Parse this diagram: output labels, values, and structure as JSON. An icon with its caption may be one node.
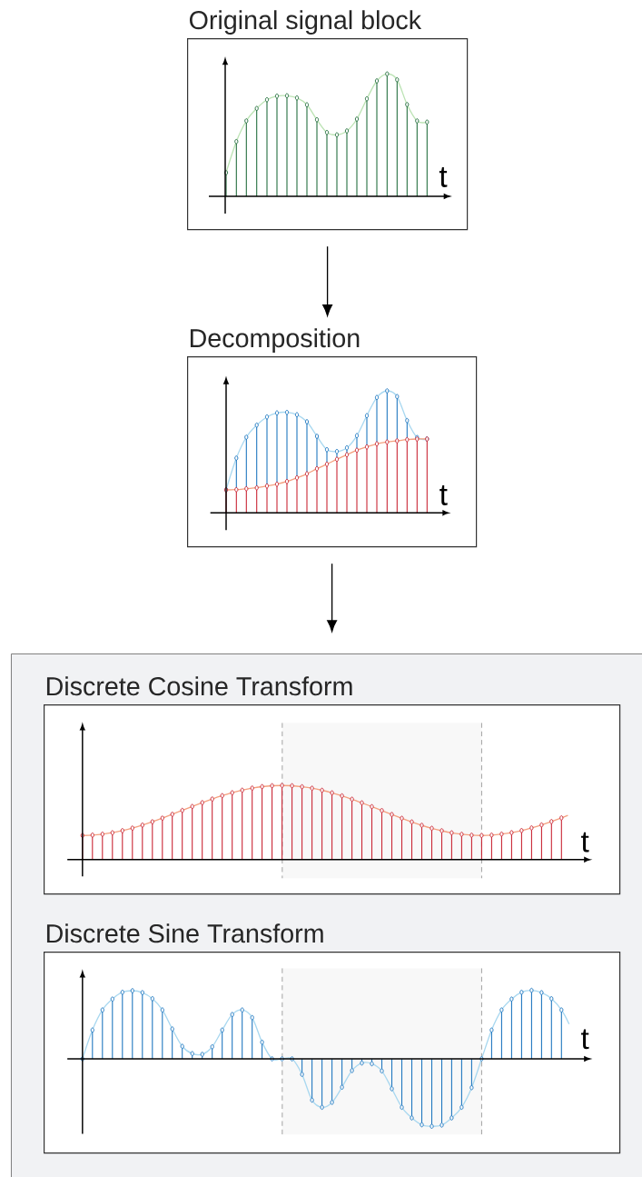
{
  "diagram": {
    "nodes": [
      {
        "text": [
          "Original signal block"
        ]
      },
      {
        "text": [
          "Decomposition"
        ]
      },
      {
        "text": [],
        "shape": "box"
      },
      {
        "text": [
          "Discrete Cosine Transform"
        ],
        "in": 2
      },
      {
        "text": [
          "Discrete Sine Transform"
        ],
        "in": 2
      }
    ],
    "edges": [
      {
        "from": 0,
        "to": 1,
        "arrow": "to"
      },
      {
        "from": 1,
        "to": 2,
        "arrow": "to"
      }
    ],
    "labels": [
      "t",
      "t",
      "t",
      "t"
    ]
  }
}
